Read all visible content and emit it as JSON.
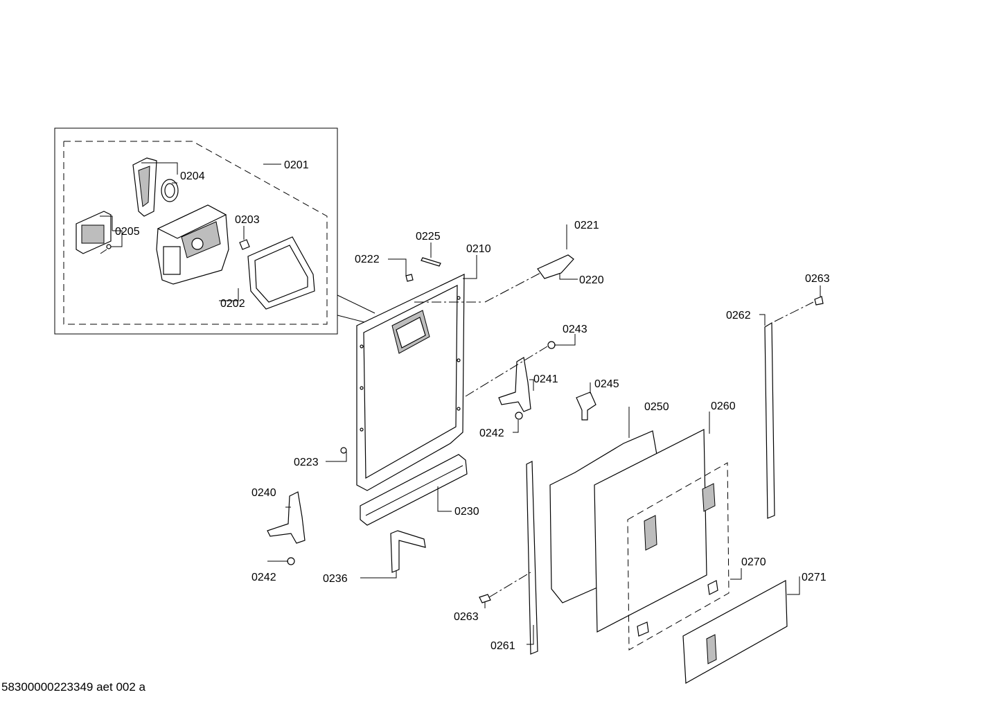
{
  "labels": {
    "l0201": "0201",
    "l0202": "0202",
    "l0203": "0203",
    "l0204": "0204",
    "l0205": "0205",
    "l0210": "0210",
    "l0220": "0220",
    "l0221": "0221",
    "l0222": "0222",
    "l0223": "0223",
    "l0225": "0225",
    "l0230": "0230",
    "l0236": "0236",
    "l0240": "0240",
    "l0241": "0241",
    "l0242a": "0242",
    "l0242b": "0242",
    "l0243": "0243",
    "l0245": "0245",
    "l0250": "0250",
    "l0260": "0260",
    "l0261": "0261",
    "l0262": "0262",
    "l0263a": "0263",
    "l0263b": "0263",
    "l0270": "0270",
    "l0271": "0271"
  },
  "footer": {
    "doc_id": "58300000223349 aet 002 a"
  }
}
